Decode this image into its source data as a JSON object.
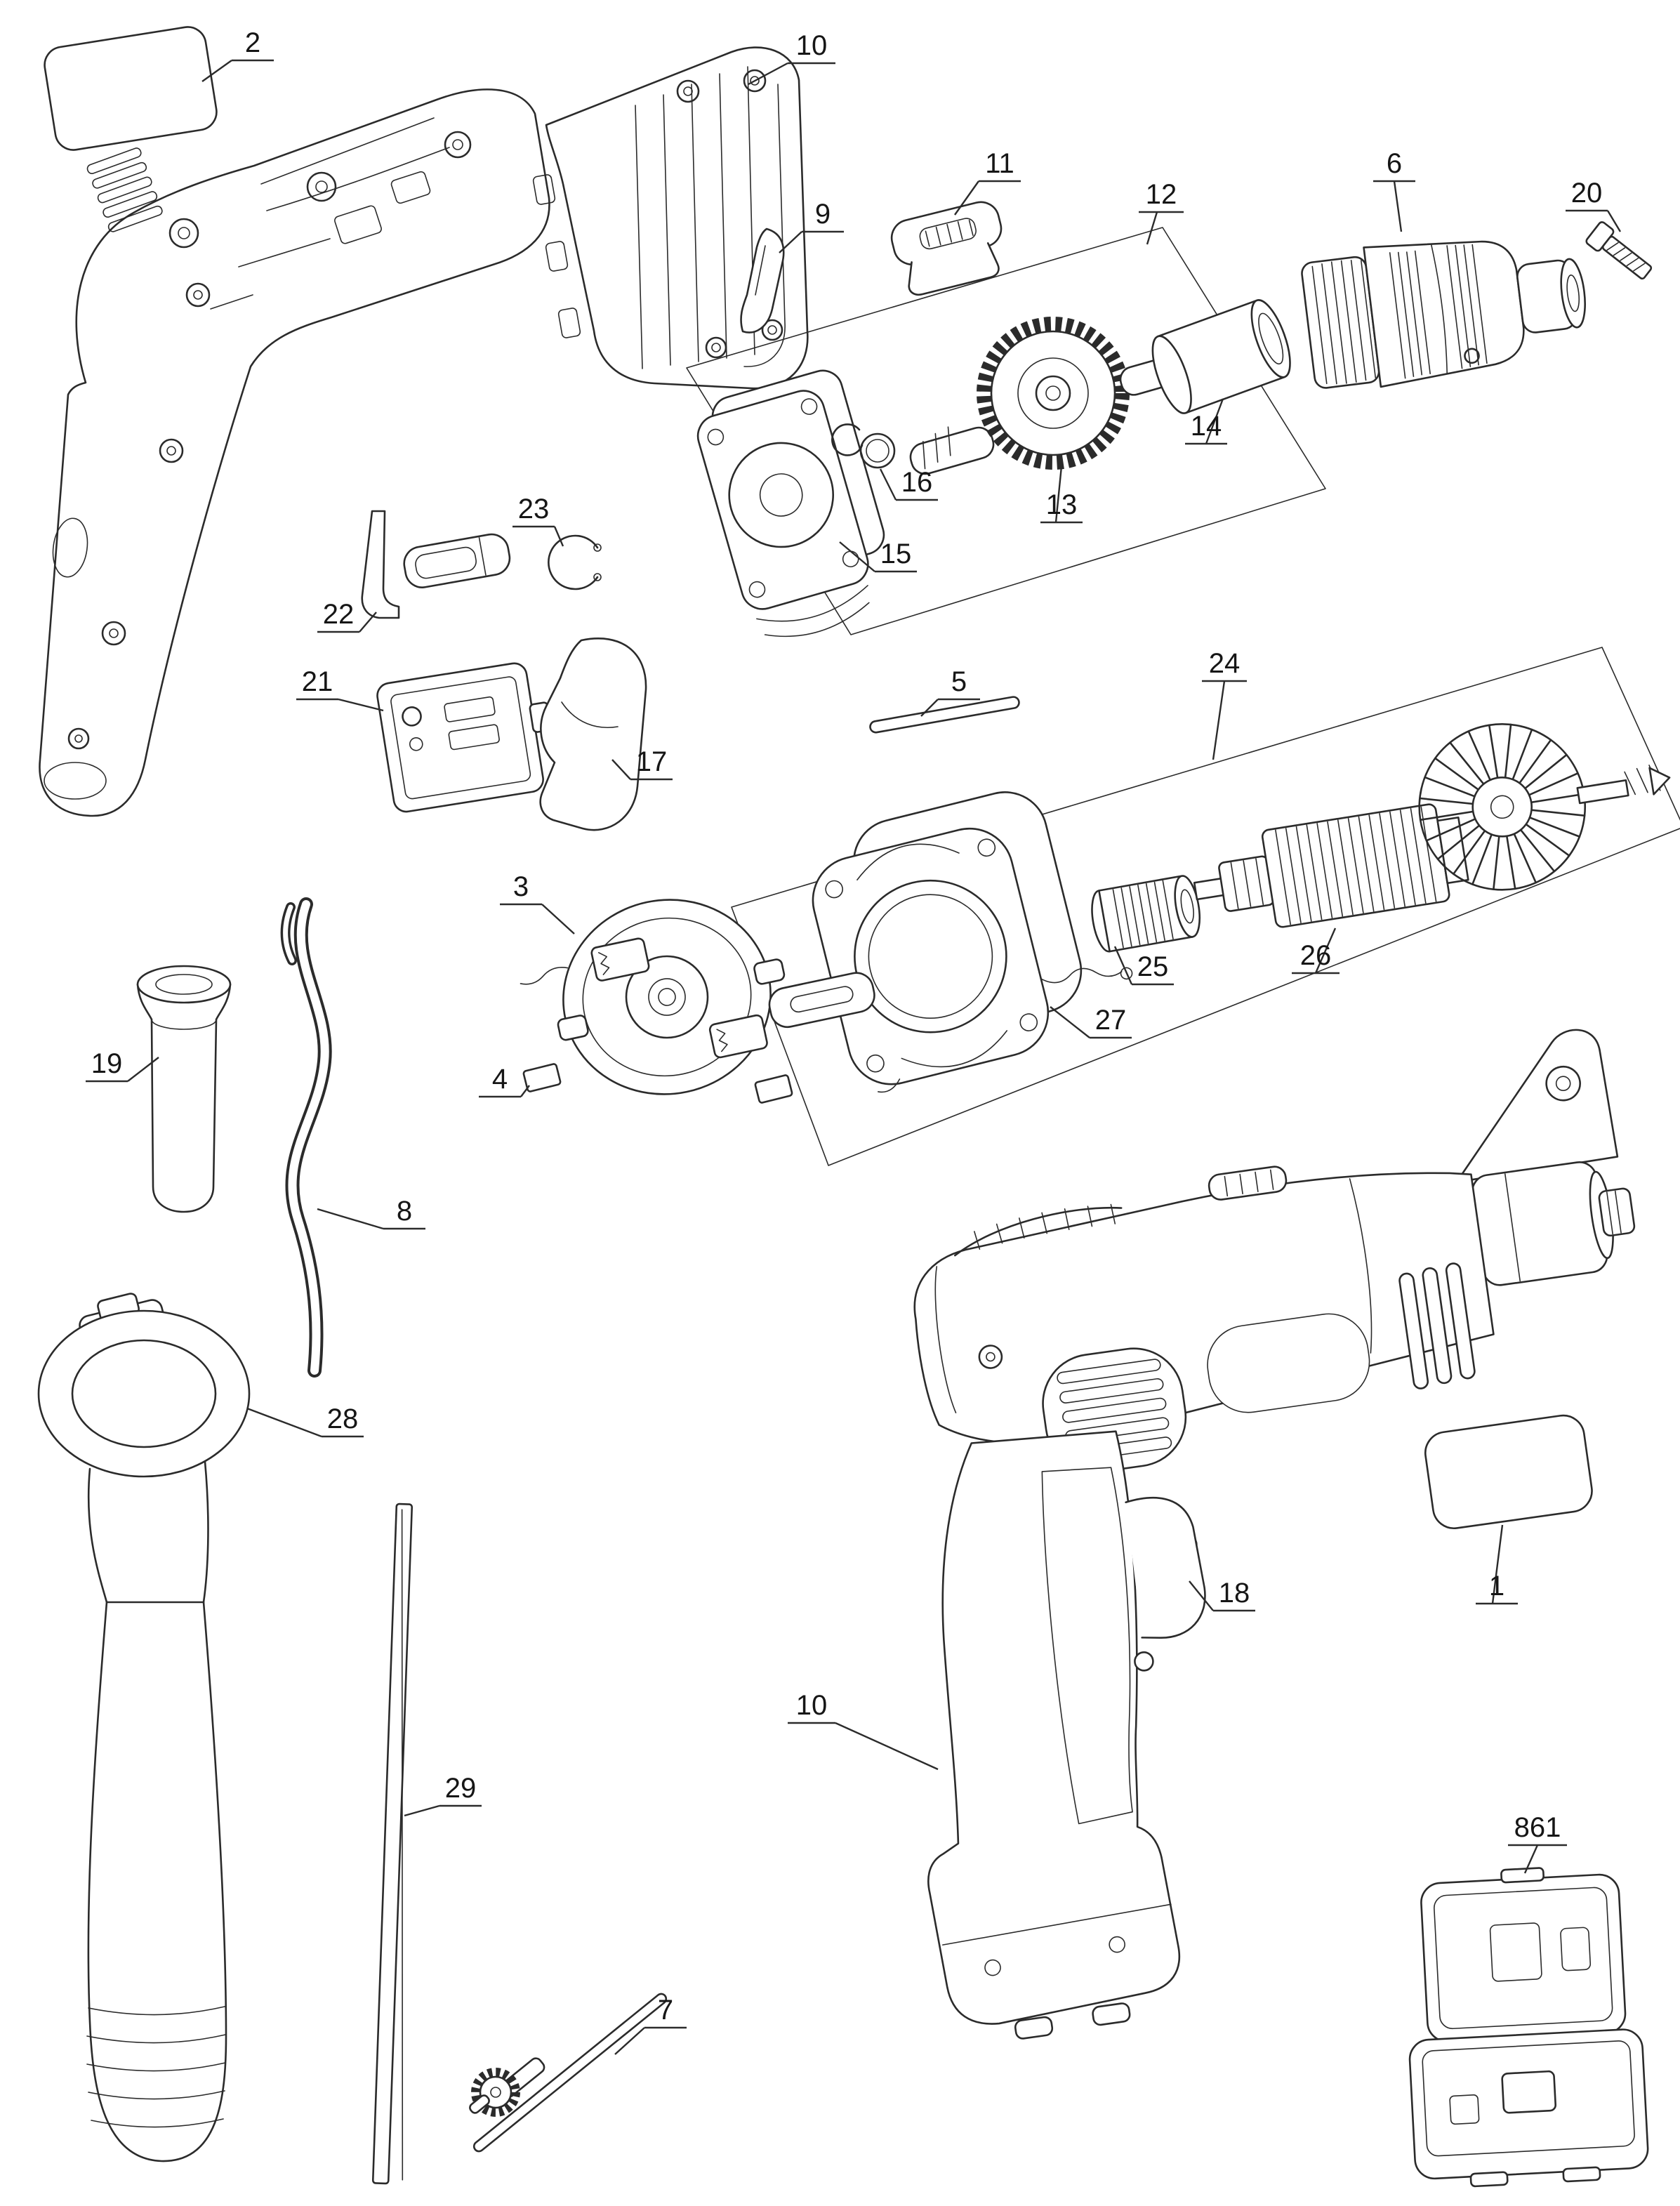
{
  "diagram": {
    "type": "exploded-parts-diagram",
    "subject": "hammer drill",
    "background_color": "#ffffff",
    "line_color": "#2b2b2b",
    "callouts": {
      "c1": "1",
      "c2": "2",
      "c3": "3",
      "c4": "4",
      "c5": "5",
      "c6": "6",
      "c7": "7",
      "c8": "8",
      "c9": "9",
      "c10a": "10",
      "c10b": "10",
      "c11": "11",
      "c12": "12",
      "c13": "13",
      "c14": "14",
      "c15": "15",
      "c16": "16",
      "c17": "17",
      "c18": "18",
      "c19": "19",
      "c20": "20",
      "c21": "21",
      "c22": "22",
      "c23": "23",
      "c24": "24",
      "c25": "25",
      "c26": "26",
      "c27": "27",
      "c28": "28",
      "c29": "29",
      "c861": "861"
    }
  }
}
